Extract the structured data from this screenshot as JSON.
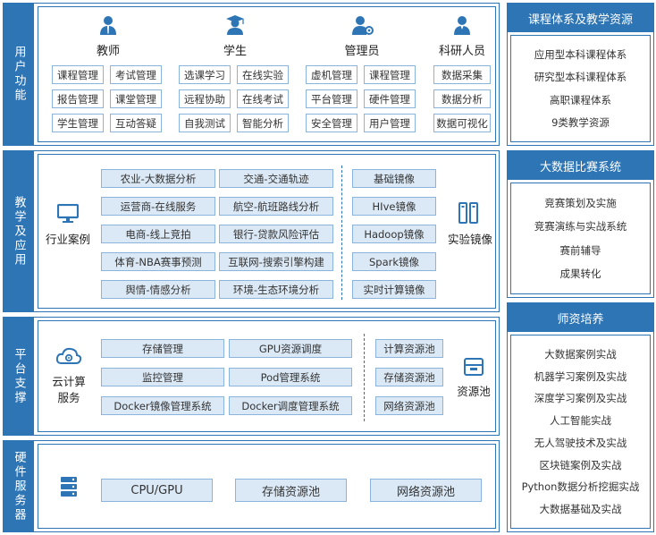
{
  "colors": {
    "primary": "#2e75b6",
    "cell_fill": "#dbe9f6",
    "cell_border": "#8ab4dc"
  },
  "user": {
    "label": "用户功能",
    "roles": [
      {
        "title": "教师",
        "icon": "teacher-icon",
        "items": [
          "课程管理",
          "考试管理",
          "报告管理",
          "课堂管理",
          "学生管理",
          "互动答疑"
        ]
      },
      {
        "title": "学生",
        "icon": "student-icon",
        "items": [
          "选课学习",
          "在线实验",
          "远程协助",
          "在线考试",
          "自我测试",
          "智能分析"
        ]
      },
      {
        "title": "管理员",
        "icon": "admin-icon",
        "items": [
          "虚机管理",
          "课程管理",
          "平台管理",
          "硬件管理",
          "安全管理",
          "用户管理"
        ]
      },
      {
        "title": "科研人员",
        "icon": "researcher-icon",
        "items": [
          "数据采集",
          "数据分析",
          "数据可视化"
        ]
      }
    ]
  },
  "teaching": {
    "label": "教学及应用",
    "left_icon": "monitor-icon",
    "left_label": "行业案例",
    "cases": [
      "农业-大数据分析",
      "交通-交通轨迹",
      "运营商-在线服务",
      "航空-航班路线分析",
      "电商-线上竞拍",
      "银行-贷款风险评估",
      "体育-NBA赛事预测",
      "互联网-搜索引擎构建",
      "舆情-情感分析",
      "环境-生态环境分析"
    ],
    "images": [
      "基础镜像",
      "HIve镜像",
      "Hadoop镜像",
      "Spark镜像",
      "实时计算镜像"
    ],
    "right_icon": "server-rack-icon",
    "right_label": "实验镜像"
  },
  "platform": {
    "label": "平台支撑",
    "left_icon": "cloud-gear-icon",
    "left_label_1": "云计算",
    "left_label_2": "服务",
    "services": [
      "存储管理",
      "GPU资源调度",
      "监控管理",
      "Pod管理系统",
      "Docker镜像管理系统",
      "Docker调度管理系统"
    ],
    "pools": [
      "计算资源池",
      "存储资源池",
      "网络资源池"
    ],
    "right_icon": "database-icon",
    "right_label": "资源池"
  },
  "hardware": {
    "label": "硬件服务器",
    "icon": "server-icon",
    "items": [
      "CPU/GPU",
      "存储资源池",
      "网络资源池"
    ]
  },
  "side": [
    {
      "title": "课程体系及教学资源",
      "items": [
        "应用型本科课程体系",
        "研究型本科课程体系",
        "高职课程体系",
        "9类教学资源"
      ]
    },
    {
      "title": "大数据比赛系统",
      "items": [
        "竞赛策划及实施",
        "竞赛演练与实战系统",
        "赛前辅导",
        "成果转化"
      ]
    },
    {
      "title": "师资培养",
      "items": [
        "大数据案例实战",
        "机器学习案例及实战",
        "深度学习案例及实战",
        "人工智能实战",
        "无人驾驶技术及实战",
        "区块链案例及实战",
        "Python数据分析挖掘实战",
        "大数据基础及实战"
      ]
    }
  ]
}
